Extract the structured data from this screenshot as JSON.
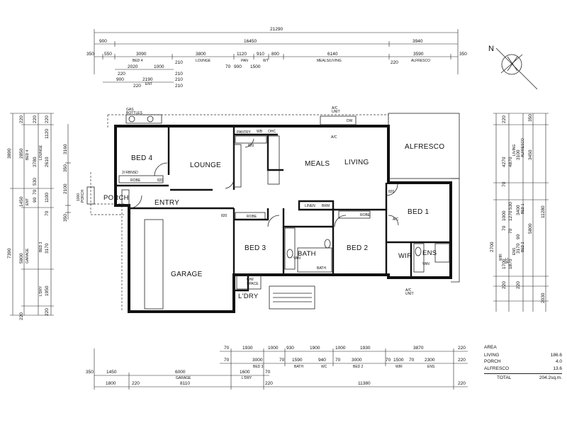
{
  "rooms": {
    "bed4": "BED 4",
    "lounge": "LOUNGE",
    "meals": "MEALS",
    "living": "LIVING",
    "alfresco": "ALFRESCO",
    "bed1": "BED 1",
    "bed3": "BED 3",
    "bed2": "BED 2",
    "bath": "BATH",
    "garage": "GARAGE",
    "entry": "ENTRY",
    "porch": "PORCH",
    "ldry": "L'DRY",
    "wir": "WIR",
    "ens": "ENS",
    "pantry": "PANTRY"
  },
  "labels": {
    "gas_bottles_1": "GAS",
    "gas_bottles_2": "BOTTLES",
    "ac_unit_top_1": "A/C",
    "ac_unit_top_2": "UNIT",
    "ac_unit_bottom_1": "A/C",
    "ac_unit_bottom_2": "UNIT",
    "ac_mark": "A/C",
    "wb": "WB",
    "ohc": "OHC",
    "dw": "DW",
    "robe": "ROBE",
    "linen": "LINEN",
    "brm": "BRM",
    "bath_small": "BATH",
    "van": "VAN",
    "robe_820": "820",
    "hw": "H/W",
    "space": "SPACE",
    "smkd": "2l RBNSD"
  },
  "top_dims": {
    "overall": "21290",
    "row2": [
      "900",
      "16450",
      "3940"
    ],
    "row3": [
      "350",
      "550",
      "3090",
      "3800",
      "1120",
      "910",
      "800",
      "6140",
      "3590",
      "350"
    ],
    "row3_sub": [
      "BED 4",
      "LOUNGE",
      "PAN",
      "WT",
      "MEALS/LIVING",
      "ALFRESCO"
    ],
    "row4": [
      "2020",
      "1000",
      "210",
      "70",
      "900",
      "1500",
      "220"
    ],
    "row5": [
      "220",
      "210"
    ],
    "row6": [
      "900",
      "2190",
      "210"
    ],
    "row6_sub": [
      "220",
      "ENT"
    ]
  },
  "left_dims": {
    "outer": [
      "3890",
      "7390"
    ],
    "mid": [
      "3160",
      "2100",
      "350"
    ],
    "inner_a": [
      "2850",
      "3780",
      "1450",
      "5800",
      "220"
    ],
    "inner_b": [
      "1120",
      "2610",
      "530",
      "1100",
      "3170",
      "1950",
      "220"
    ],
    "inner_c": [
      "220",
      "70",
      "90",
      "70"
    ],
    "subs": [
      "BED 4",
      "LOUNGE",
      "ENT",
      "GARAGE",
      "BED 3",
      "L'DRY"
    ],
    "porch_dim": [
      "1000",
      "PORCH"
    ]
  },
  "right_dims": {
    "outer": [
      "11280"
    ],
    "a": [
      "350",
      "3100",
      "3450",
      "3400",
      "5800",
      "2030"
    ],
    "b": [
      "4270",
      "4870",
      "1000",
      "1270",
      "3170",
      "220"
    ],
    "c": [
      "220",
      "70",
      "530",
      "70",
      "70",
      "90"
    ],
    "d": [
      "2700",
      "1700",
      "1870",
      "220"
    ],
    "subs": [
      "ALFRESCO",
      "LIVING",
      "BED 1",
      "BED 2",
      "ENS",
      "WC",
      "WIR"
    ]
  },
  "bottom_dims": {
    "row1": [
      "70",
      "1930",
      "1000",
      "930",
      "1900",
      "1000",
      "1930",
      "3870",
      "220"
    ],
    "row2": [
      "70",
      "3000",
      "70",
      "1590",
      "940",
      "70",
      "3000",
      "70",
      "1500",
      "70",
      "2300",
      "220"
    ],
    "row2_sub": [
      "BED 3",
      "BATH",
      "WC",
      "BED 2",
      "WIR",
      "ENS"
    ],
    "row3": [
      "350",
      "1450",
      "6000",
      "1600",
      "70"
    ],
    "row3_sub": [
      "GARAGE",
      "L'DRY"
    ],
    "row4": [
      "1800",
      "220",
      "8110",
      "220",
      "11380",
      "220"
    ]
  },
  "area_table": {
    "heading": "AREA",
    "rows": [
      {
        "label": "LIVING",
        "value": "186.6"
      },
      {
        "label": "PORCH",
        "value": "4.0"
      },
      {
        "label": "ALFRESCO",
        "value": "13.6"
      }
    ],
    "total_label": "TOTAL",
    "total_value": "204.2sq.m."
  },
  "north_arrow": {
    "letter": "N"
  }
}
